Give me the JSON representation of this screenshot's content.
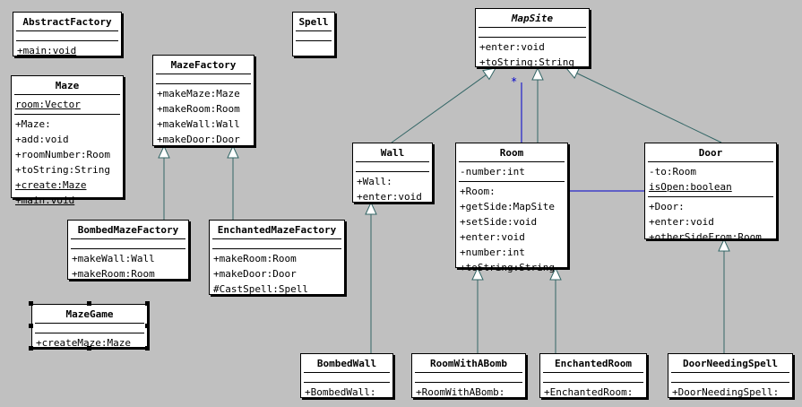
{
  "classes": {
    "abstractFactory": {
      "name": "AbstractFactory",
      "attrs": [],
      "ops": [
        {
          "text": "+main:void",
          "static": true
        }
      ]
    },
    "spell": {
      "name": "Spell",
      "attrs": [],
      "ops": []
    },
    "mapSite": {
      "name": "MapSite",
      "abstract": true,
      "attrs": [],
      "ops": [
        {
          "text": "+enter:void"
        },
        {
          "text": "+toString:String"
        }
      ]
    },
    "maze": {
      "name": "Maze",
      "attrs": [
        {
          "text": " room:Vector",
          "static": true
        }
      ],
      "ops": [
        {
          "text": "+Maze:"
        },
        {
          "text": "+add:void"
        },
        {
          "text": "+roomNumber:Room"
        },
        {
          "text": "+toString:String"
        },
        {
          "text": "+create:Maze",
          "static": true
        },
        {
          "text": "+main:void",
          "static": true
        }
      ]
    },
    "mazeFactory": {
      "name": "MazeFactory",
      "attrs": [],
      "ops": [
        {
          "text": "+makeMaze:Maze"
        },
        {
          "text": "+makeRoom:Room"
        },
        {
          "text": "+makeWall:Wall"
        },
        {
          "text": "+makeDoor:Door"
        }
      ]
    },
    "wall": {
      "name": "Wall",
      "attrs": [],
      "ops": [
        {
          "text": "+Wall:"
        },
        {
          "text": "+enter:void"
        }
      ]
    },
    "room": {
      "name": "Room",
      "attrs": [
        {
          "text": "-number:int"
        }
      ],
      "ops": [
        {
          "text": "+Room:"
        },
        {
          "text": "+getSide:MapSite"
        },
        {
          "text": "+setSide:void"
        },
        {
          "text": "+enter:void"
        },
        {
          "text": "+number:int"
        },
        {
          "text": "+toString:String"
        }
      ]
    },
    "door": {
      "name": "Door",
      "attrs": [
        {
          "text": "-to:Room"
        },
        {
          "text": " isOpen:boolean",
          "static": true
        }
      ],
      "ops": [
        {
          "text": "+Door:"
        },
        {
          "text": "+enter:void"
        },
        {
          "text": "+otherSideFrom:Room"
        }
      ]
    },
    "bombedMazeFactory": {
      "name": "BombedMazeFactory",
      "attrs": [],
      "ops": [
        {
          "text": "+makeWall:Wall"
        },
        {
          "text": "+makeRoom:Room"
        }
      ]
    },
    "enchantedMazeFactory": {
      "name": "EnchantedMazeFactory",
      "attrs": [],
      "ops": [
        {
          "text": "+makeRoom:Room"
        },
        {
          "text": "+makeDoor:Door"
        },
        {
          "text": "#CastSpell:Spell"
        }
      ]
    },
    "mazeGame": {
      "name": "MazeGame",
      "attrs": [],
      "ops": [
        {
          "text": "+createMaze:Maze"
        }
      ]
    },
    "bombedWall": {
      "name": "BombedWall",
      "attrs": [],
      "ops": [
        {
          "text": "+BombedWall:"
        }
      ]
    },
    "roomWithABomb": {
      "name": "RoomWithABomb",
      "attrs": [],
      "ops": [
        {
          "text": "+RoomWithABomb:"
        }
      ]
    },
    "enchantedRoom": {
      "name": "EnchantedRoom",
      "attrs": [],
      "ops": [
        {
          "text": "+EnchantedRoom:"
        }
      ]
    },
    "doorNeedingSpell": {
      "name": "DoorNeedingSpell",
      "attrs": [],
      "ops": [
        {
          "text": "+DoorNeedingSpell:"
        }
      ]
    }
  },
  "relations": [
    {
      "type": "generalization",
      "from": "wall",
      "to": "mapSite"
    },
    {
      "type": "generalization",
      "from": "room",
      "to": "mapSite"
    },
    {
      "type": "generalization",
      "from": "door",
      "to": "mapSite"
    },
    {
      "type": "association",
      "from": "room",
      "to": "mapSite",
      "multiplicity": "*"
    },
    {
      "type": "association",
      "from": "room",
      "to": "door"
    },
    {
      "type": "generalization",
      "from": "bombedMazeFactory",
      "to": "mazeFactory"
    },
    {
      "type": "generalization",
      "from": "enchantedMazeFactory",
      "to": "mazeFactory"
    },
    {
      "type": "generalization",
      "from": "bombedWall",
      "to": "wall"
    },
    {
      "type": "generalization",
      "from": "roomWithABomb",
      "to": "room"
    },
    {
      "type": "generalization",
      "from": "enchantedRoom",
      "to": "room"
    },
    {
      "type": "generalization",
      "from": "doorNeedingSpell",
      "to": "door"
    }
  ],
  "selected_class": "mazeGame",
  "colors": {
    "background": "#c0c0c0",
    "generalization": "#336666",
    "association": "#0000cc"
  }
}
